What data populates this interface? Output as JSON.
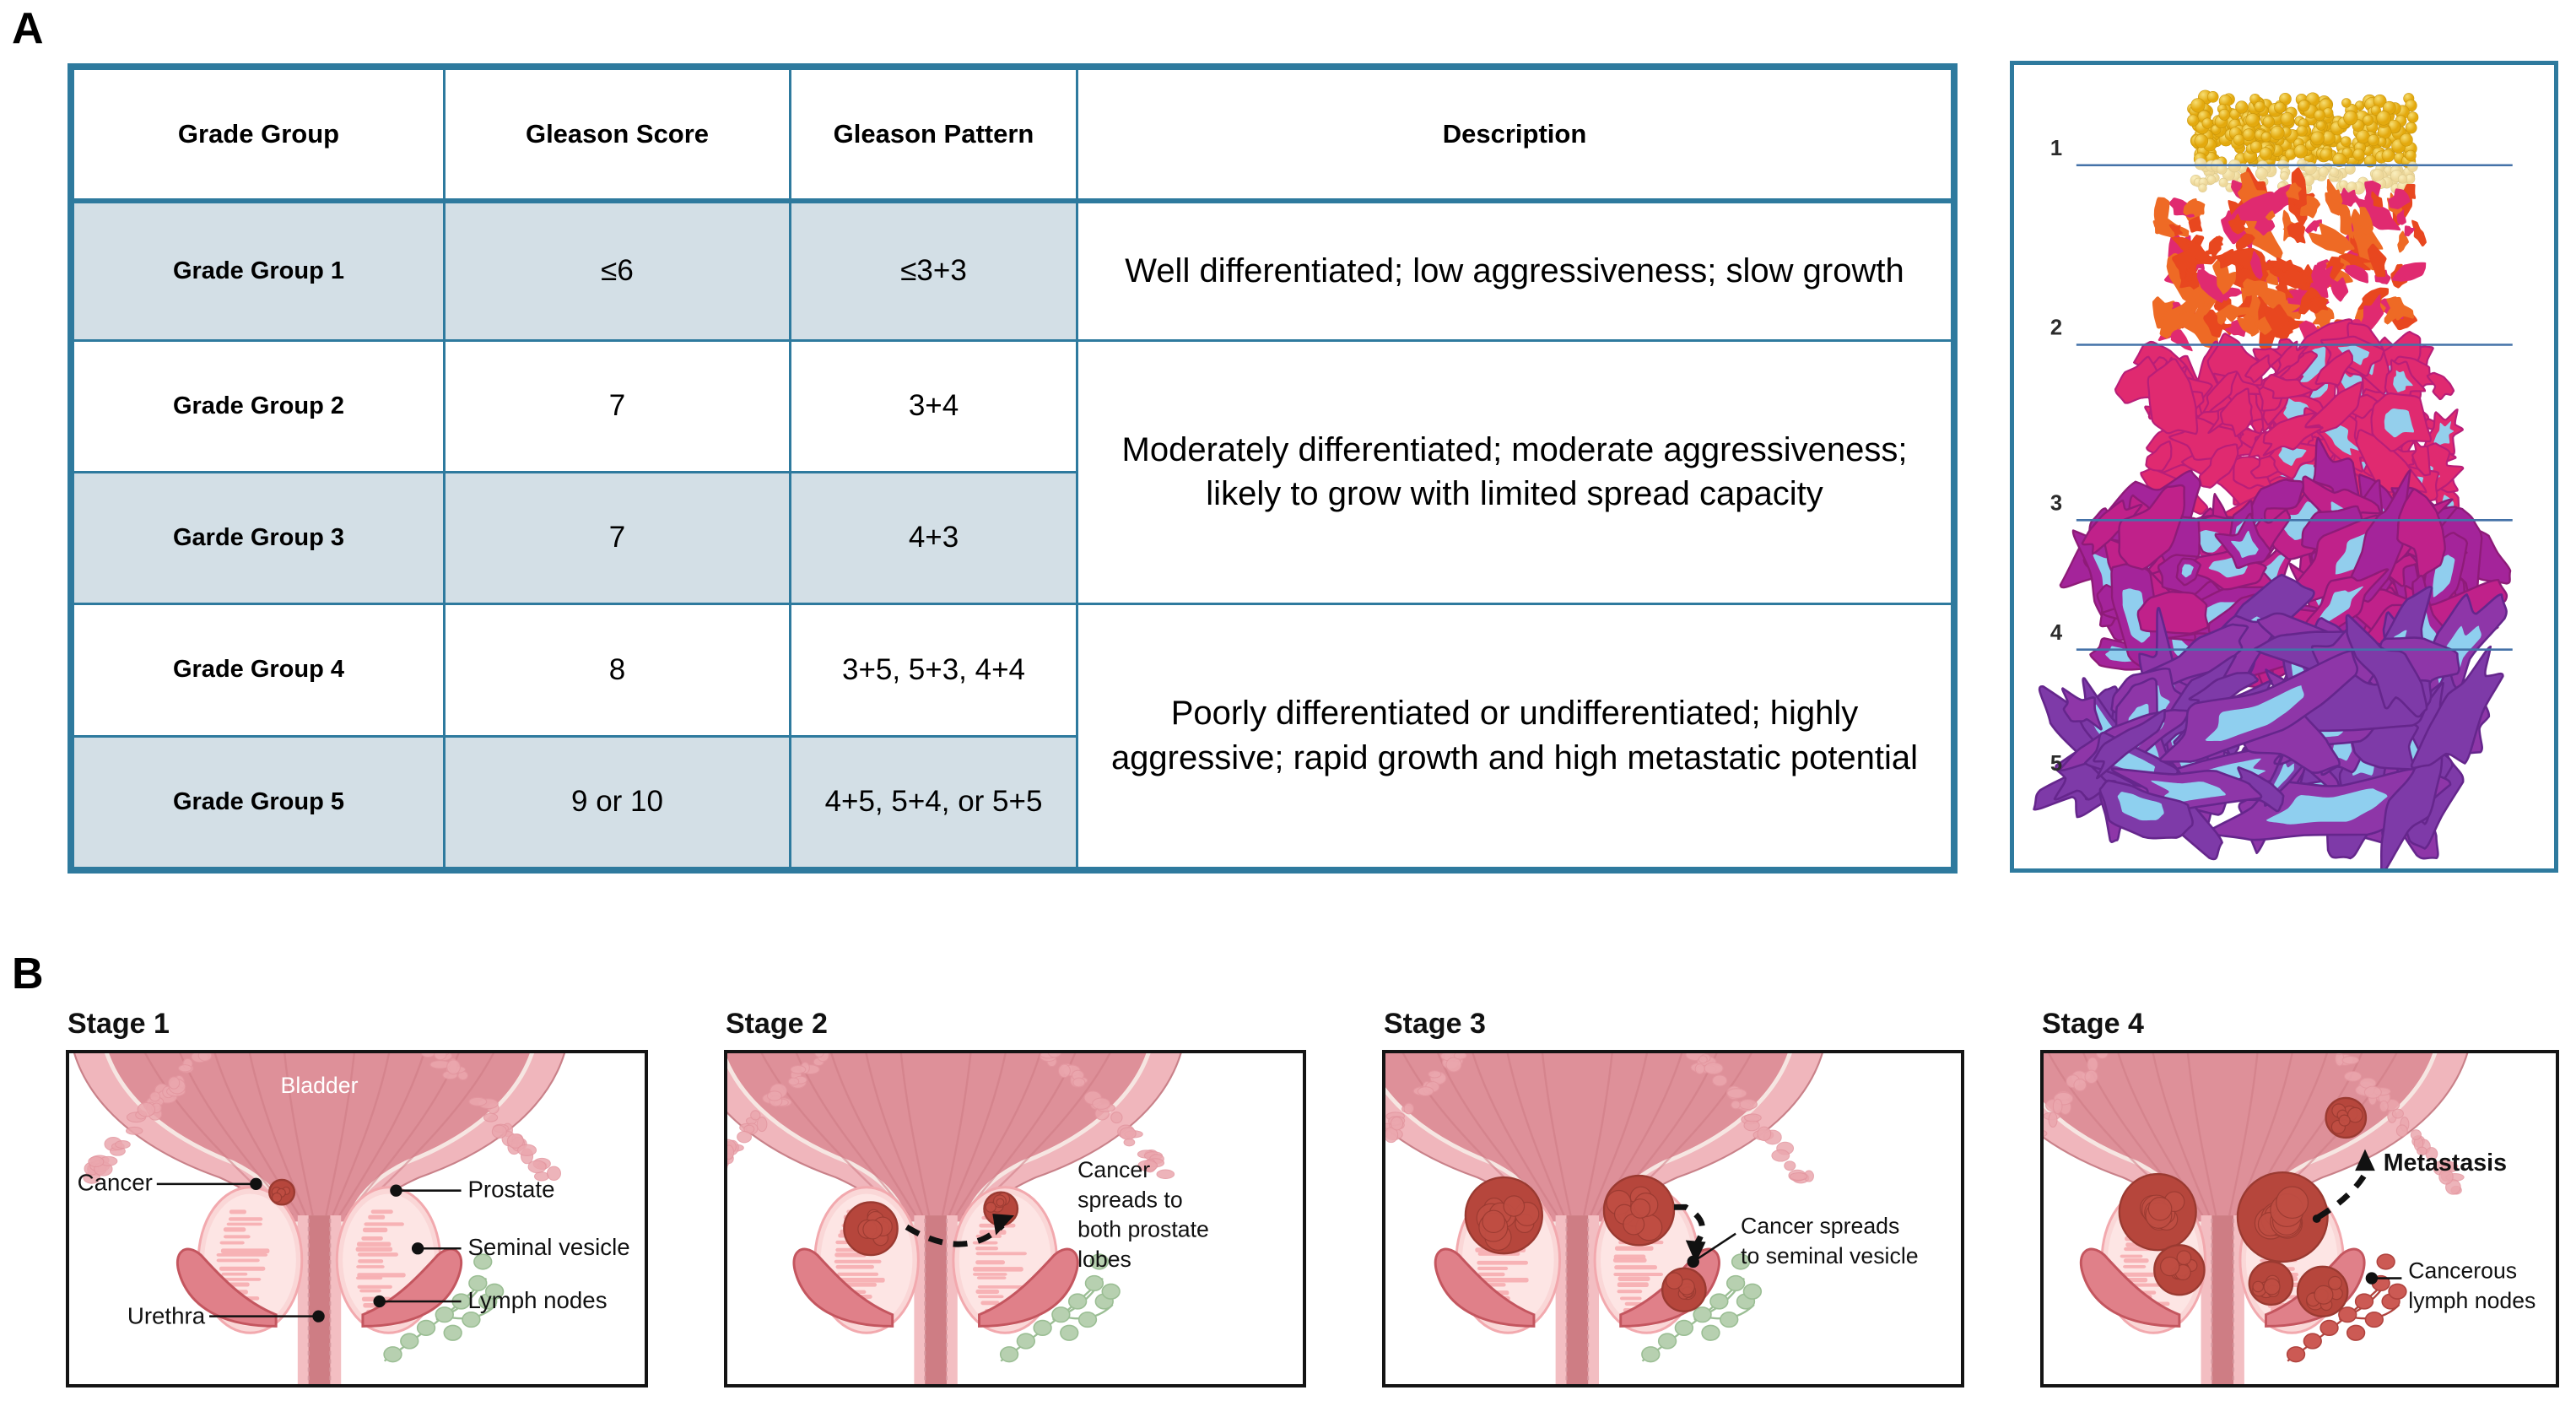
{
  "panels": {
    "a_letter": "A",
    "b_letter": "B"
  },
  "table": {
    "headers": [
      "Grade Group",
      "Gleason Score",
      "Gleason Pattern",
      "Description"
    ],
    "rows": [
      {
        "group": "Grade Group 1",
        "score": "≤6",
        "pattern": "≤3+3",
        "shaded": true
      },
      {
        "group": "Grade Group 2",
        "score": "7",
        "pattern": "3+4",
        "shaded": false
      },
      {
        "group": "Garde Group 3",
        "score": "7",
        "pattern": "4+3",
        "shaded": true
      },
      {
        "group": "Grade Group 4",
        "score": "8",
        "pattern": "3+5, 5+3, 4+4",
        "shaded": false
      },
      {
        "group": "Grade Group 5",
        "score": "9 or 10",
        "pattern": "4+5, 5+4, or 5+5",
        "shaded": true
      }
    ],
    "descriptions": [
      {
        "text": "Well differentiated; low aggressiveness; slow growth",
        "rowspan": 1
      },
      {
        "text": "Moderately differentiated; moderate aggressiveness; likely to grow with limited spread capacity",
        "rowspan": 2
      },
      {
        "text": "Poorly differentiated or undifferentiated; highly aggressive; rapid growth and high metastatic potential",
        "rowspan": 2
      }
    ],
    "colors": {
      "border": "#2E7A9E",
      "shaded_row": "#D3DFE6",
      "plain_row": "#FFFFFF"
    }
  },
  "gleason_diagram": {
    "tier_labels": [
      "1",
      "2",
      "3",
      "4",
      "5"
    ],
    "line_color": "#4472A8",
    "pattern_colors": [
      "#E8B81E",
      "#EE6A25",
      "#E02A70",
      "#B81E78",
      "#7E3AA8"
    ],
    "lumen_color": "#8FD8F2"
  },
  "stages": [
    {
      "title": "Stage 1",
      "labels": [
        {
          "name": "bladder",
          "text": "Bladder"
        },
        {
          "name": "cancer",
          "text": "Cancer"
        },
        {
          "name": "prostate",
          "text": "Prostate"
        },
        {
          "name": "seminal-vesicle",
          "text": "Seminal vesicle"
        },
        {
          "name": "lymph-nodes",
          "text": "Lymph nodes"
        },
        {
          "name": "urethra",
          "text": "Urethra"
        }
      ]
    },
    {
      "title": "Stage 2",
      "labels": [
        {
          "name": "spread-note",
          "text": "Cancer spreads to both prostate lobes"
        }
      ]
    },
    {
      "title": "Stage 3",
      "labels": [
        {
          "name": "spread-note",
          "text": "Cancer spreads to seminal vesicle"
        }
      ]
    },
    {
      "title": "Stage 4",
      "labels": [
        {
          "name": "metastasis",
          "text": "Metastasis"
        },
        {
          "name": "cancerous-lymph-nodes",
          "text": "Cancerous lymph nodes"
        }
      ]
    }
  ],
  "anatomy_colors": {
    "bladder_fill": "#DE9099",
    "bladder_wall": "#F0B6BC",
    "prostate_fill": "#FAD7D7",
    "prostate_edge": "#F2A9AE",
    "tumor": "#B6463C",
    "tumor_dark": "#9A3A31",
    "vesicle": "#E08089",
    "lymph_green": "#B7D0B0",
    "lymph_red": "#CC5A54",
    "urethra": "#CE7D84"
  }
}
